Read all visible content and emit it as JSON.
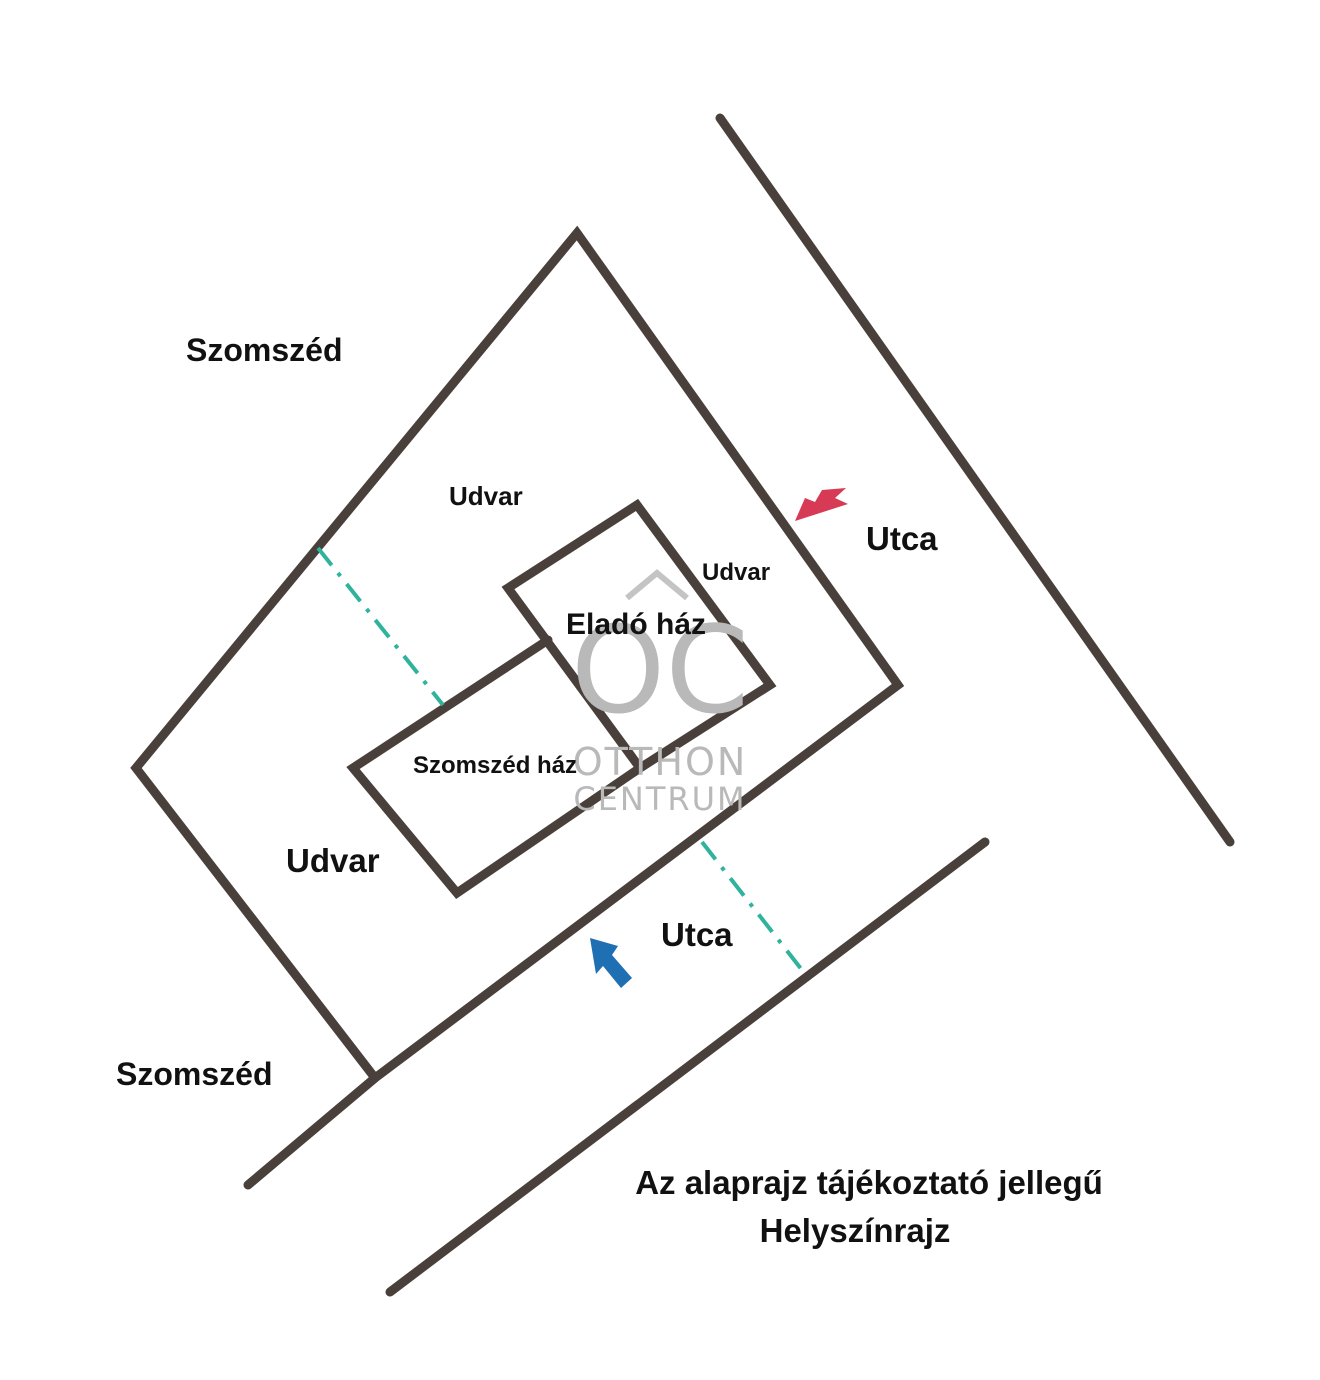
{
  "labels": {
    "neighbor_top": "Szomszéd",
    "neighbor_bottom": "Szomszéd",
    "yard_top": "Udvar",
    "yard_right": "Udvar",
    "yard_left": "Udvar",
    "house_for_sale": "Eladó ház",
    "neighbor_house": "Szomszéd ház",
    "street_right": "Utca",
    "street_bottom": "Utca"
  },
  "watermark": {
    "monogram": "OC",
    "line1": "OTTHON",
    "line2": "CENTRUM"
  },
  "note": {
    "line1": "Az alaprajz tájékoztató jellegű",
    "line2": "Helyszínrajz"
  },
  "colors": {
    "boundary": "#4a403b",
    "divider": "#2fb39c",
    "arrow_street": "#d63a55",
    "arrow_entry": "#1f6fb3",
    "watermark": "#b9b9b9"
  }
}
